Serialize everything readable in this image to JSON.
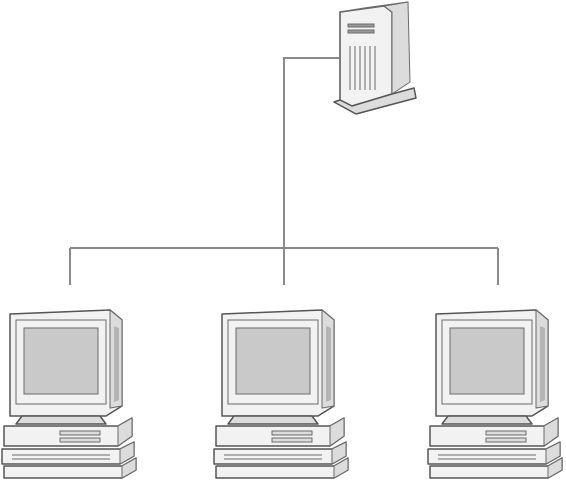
{
  "diagram": {
    "type": "network-topology",
    "nodes": [
      {
        "id": "server",
        "icon": "server-tower-icon"
      },
      {
        "id": "workstation-1",
        "icon": "desktop-computer-icon"
      },
      {
        "id": "workstation-2",
        "icon": "desktop-computer-icon"
      },
      {
        "id": "workstation-3",
        "icon": "desktop-computer-icon"
      }
    ],
    "edges": [
      {
        "from": "server",
        "to": "bus"
      },
      {
        "from": "bus",
        "to": "workstation-1"
      },
      {
        "from": "bus",
        "to": "workstation-2"
      },
      {
        "from": "bus",
        "to": "workstation-3"
      }
    ],
    "colors": {
      "connector": "#8a8a8a",
      "outline": "#555555",
      "screen": "#c9c9c9",
      "body": "#f2f2f2"
    }
  }
}
